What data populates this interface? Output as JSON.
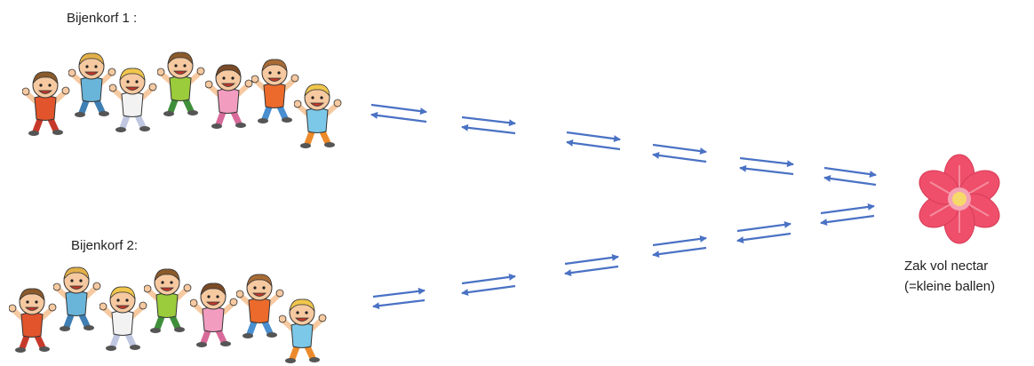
{
  "hive_1": {
    "label": "Bijenkorf 1 :"
  },
  "hive_2": {
    "label": "Bijenkorf 2:"
  },
  "flower": {
    "caption_line_1": "Zak vol nectar",
    "caption_line_2": "(=kleine ballen)",
    "petal_color": "#ef4f6a",
    "center_color": "#f7d86a",
    "icon": "flower-icon"
  },
  "arrow_color": "#4a72c4",
  "children": [
    {
      "icon": "child-icon",
      "shirt": "#e2542b",
      "pants": "#c6392a",
      "hair": "#8a5a2b"
    },
    {
      "icon": "child-icon",
      "shirt": "#69b4d9",
      "pants": "#3f7fb3",
      "hair": "#e2b04a"
    },
    {
      "icon": "child-icon",
      "shirt": "#f2f2f2",
      "pants": "#bfc6e0",
      "hair": "#f0c64d"
    },
    {
      "icon": "child-icon",
      "shirt": "#9bcc3c",
      "pants": "#3f8f3a",
      "hair": "#8a5a2b"
    },
    {
      "icon": "child-icon",
      "shirt": "#f29cc0",
      "pants": "#d86a9a",
      "hair": "#7a4a26"
    },
    {
      "icon": "child-icon",
      "shirt": "#ec6a2b",
      "pants": "#4a8fd0",
      "hair": "#a86b36"
    },
    {
      "icon": "child-icon",
      "shirt": "#7cc8e8",
      "pants": "#ec8a2b",
      "hair": "#f0c64d"
    }
  ]
}
